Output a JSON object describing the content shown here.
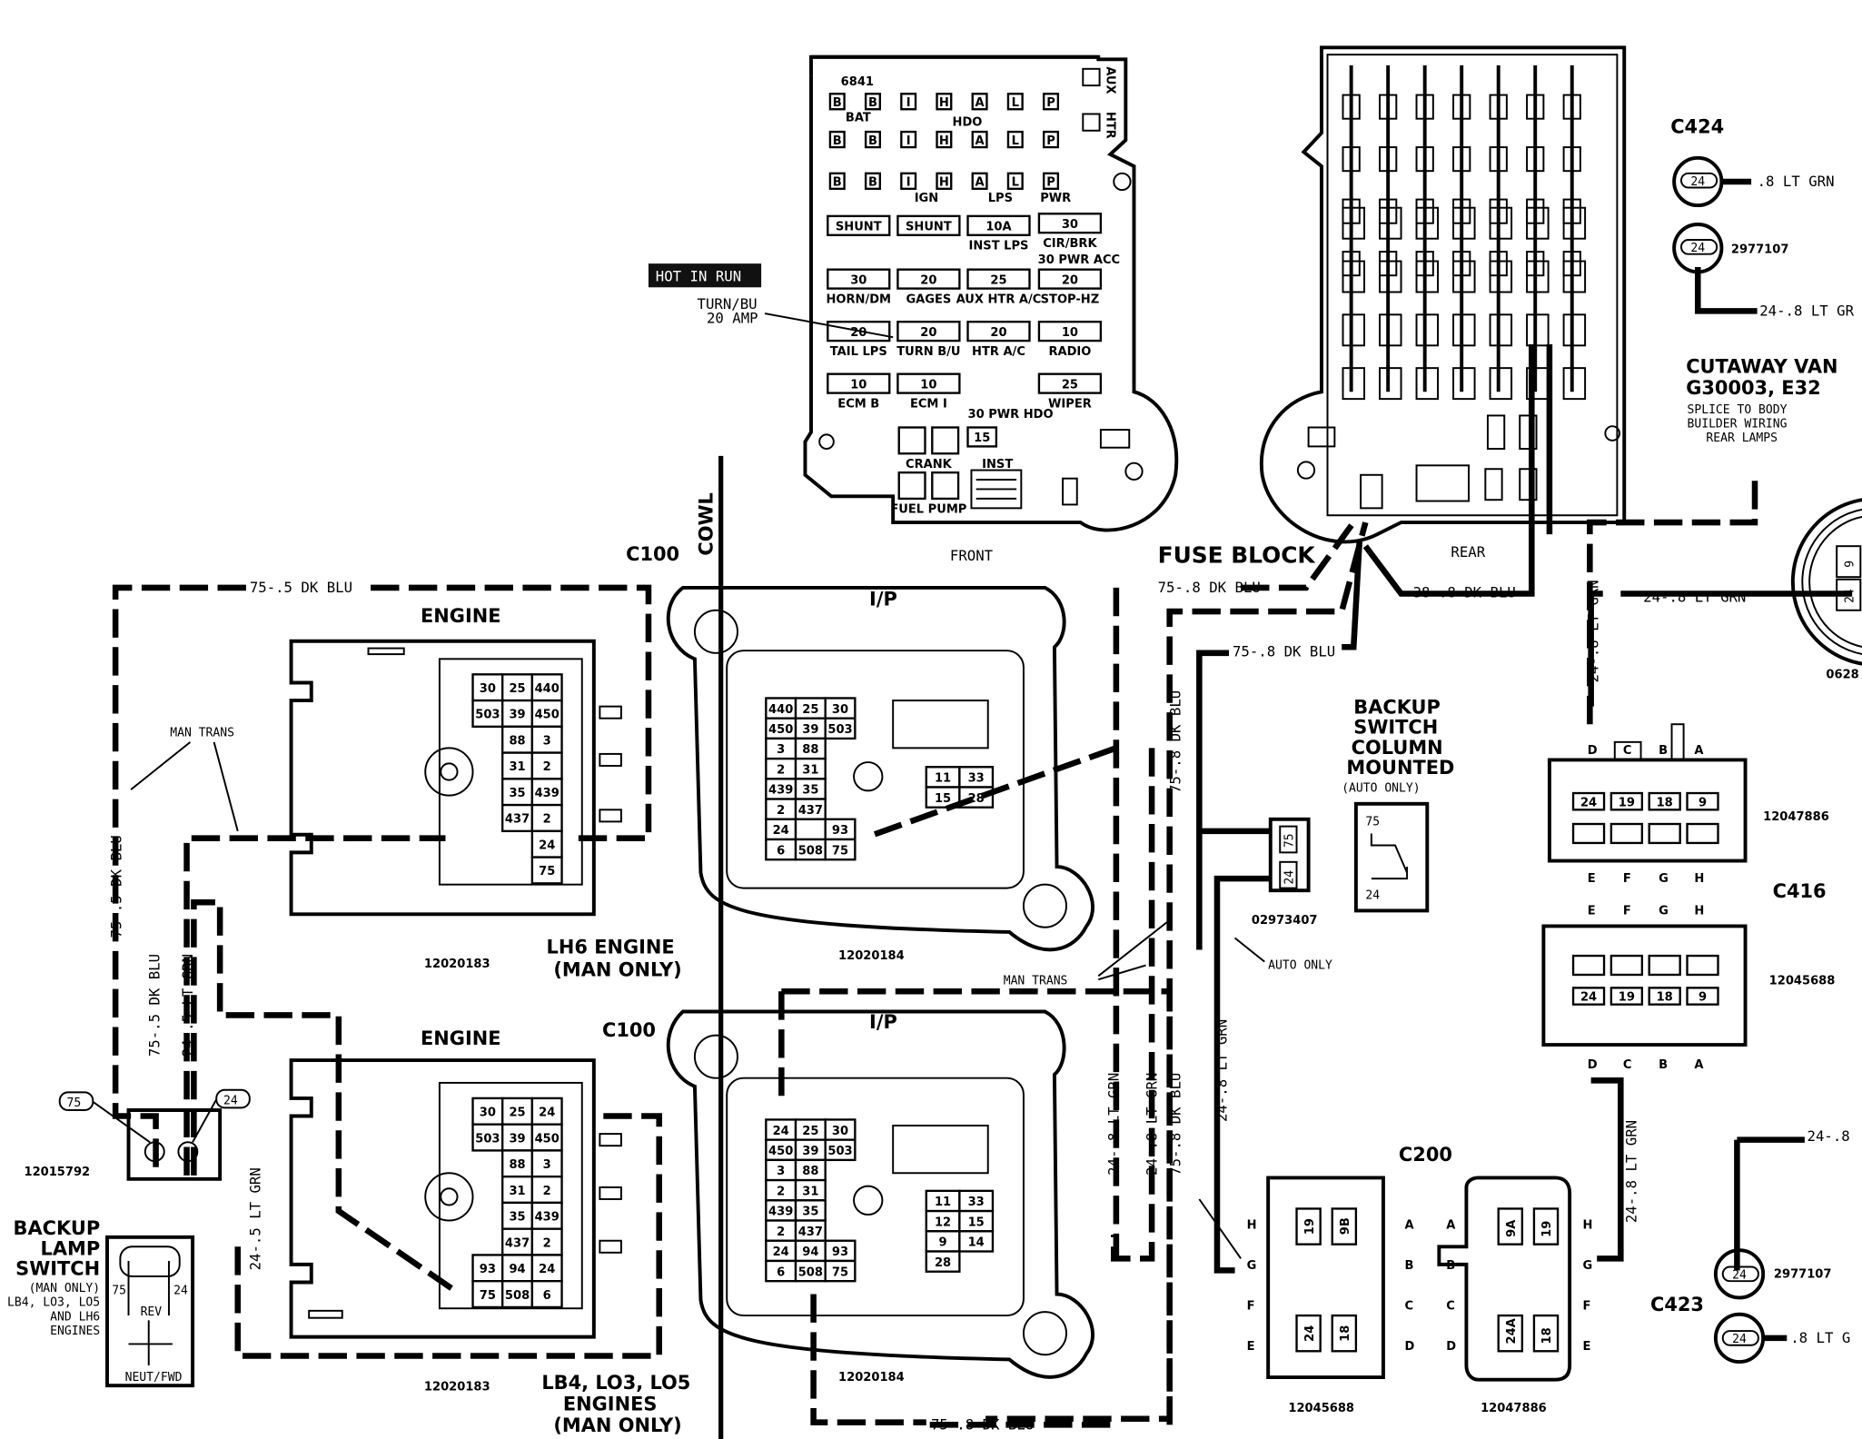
{
  "fuse_block": {
    "title": "FUSE BLOCK",
    "front_label": "FRONT",
    "rear_label": "REAR",
    "hot_in_run": "HOT IN RUN",
    "callout": [
      "TURN/BU",
      "20 AMP"
    ],
    "part": "6841",
    "bat": "BAT",
    "hdo": "HDO",
    "ign": "IGN",
    "lps": "LPS",
    "pwr": "PWR",
    "aux": "AUX",
    "htr": "HTR",
    "relay_letters": [
      "B",
      "B",
      "I",
      "H",
      "A",
      "L",
      "P"
    ],
    "fuses": [
      {
        "value": "SHUNT",
        "label": ""
      },
      {
        "value": "SHUNT",
        "label": ""
      },
      {
        "value": "10A",
        "label": "INST LPS"
      },
      {
        "value": "30",
        "label": "CIR/BRK"
      },
      {
        "value": "30",
        "label": "HORN/DM"
      },
      {
        "value": "20",
        "label": "GAGES"
      },
      {
        "value": "25",
        "label": "AUX HTR A/C"
      },
      {
        "value": "20",
        "label": "STOP-HZ"
      },
      {
        "value": "20",
        "label": "TAIL LPS"
      },
      {
        "value": "20",
        "label": "TURN B/U"
      },
      {
        "value": "20",
        "label": "HTR A/C"
      },
      {
        "value": "10",
        "label": "RADIO"
      },
      {
        "value": "10",
        "label": "ECM B"
      },
      {
        "value": "10",
        "label": "ECM I"
      },
      {
        "value": "",
        "label": "30 PWR HDO"
      },
      {
        "value": "25",
        "label": "WIPER"
      },
      {
        "value": "",
        "label": "CRANK"
      },
      {
        "value": "15",
        "label": "INST"
      },
      {
        "value": "",
        "label": "FUEL PUMP"
      }
    ],
    "pwr_acc": "30 PWR ACC"
  },
  "labels": {
    "cowl": "COWL",
    "c100_top": "C100",
    "c100_bottom": "C100",
    "ip_top": "I/P",
    "ip_bottom": "I/P",
    "engine_top": "ENGINE",
    "engine_bottom": "ENGINE",
    "man_trans_left": "MAN TRANS",
    "man_trans_mid": "MAN TRANS",
    "auto_only": "AUTO ONLY",
    "lh6": [
      "LH6 ENGINE",
      "(MAN ONLY)"
    ],
    "lb4": [
      "LB4, LO3, LO5",
      "ENGINES",
      "(MAN ONLY)"
    ],
    "backup_column": [
      "BACKUP",
      "SWITCH",
      "COLUMN",
      "MOUNTED",
      "(AUTO ONLY)"
    ],
    "backup_lamp": [
      "BACKUP",
      "LAMP",
      "SWITCH",
      "(MAN ONLY)",
      "LB4, LO3, LO5",
      "AND LH6",
      "ENGINES"
    ],
    "rev": "REV",
    "neut_fwd": "NEUT/FWD",
    "cutaway": [
      "CUTAWAY VAN",
      "G30003, E32",
      "SPLICE TO BODY",
      "BUILDER WIRING",
      "REAR LAMPS"
    ],
    "c424": "C424",
    "c416": "C416",
    "c423": "C423",
    "c200": "C200"
  },
  "part_numbers": {
    "engine_top": "12020183",
    "engine_bottom": "12020183",
    "ip_top": "12020184",
    "ip_bottom": "12020184",
    "switch_column": "02973407",
    "lamp_switch": "12015792",
    "c416_top": "12047886",
    "c416_bottom": "12045688",
    "c200_left": "12045688",
    "c200_right": "12047886",
    "c424_b": "2977107",
    "c423_a": "2977107",
    "round_right": "0628"
  },
  "wires": {
    "w1": "75-.5 DK BLU",
    "w2": "75-.8 DK BLU",
    "w3": "38-.8 DK BLU",
    "w4": "75-.8 DK BLU",
    "w5": "75-.8 DK BLU",
    "w6": "24-.8 LT GRN",
    "w7": "24-.8 LT GRN",
    "w8": "75-.8 DK BLU",
    "w9": "24-.8 LT GRN",
    "w10": "75-.8 DK BLU",
    "w11": "75-.5 DK BLU",
    "w12": "75-.5 DK BLU",
    "w13": "24-.5 LT GRN",
    "w14": "24-.5 LT GRN",
    "w15": "24-.8 LT GRN",
    "w16": "24-.8 LT GRN",
    "w17": ".8 LT GRN",
    "w18": "24-.8 LT GR",
    "w19": "24-.8 LT GRN",
    "w20": "24-.8",
    "w21": ".8 LT G"
  },
  "connectors": {
    "engine_top": [
      [
        "30",
        "25",
        "440"
      ],
      [
        "503",
        "39",
        "450"
      ],
      [
        "88",
        "3"
      ],
      [
        "31",
        "2"
      ],
      [
        "35",
        "439"
      ],
      [
        "437",
        "2"
      ],
      [
        "24"
      ],
      [
        "75"
      ]
    ],
    "engine_bottom": [
      [
        "30",
        "25",
        "24"
      ],
      [
        "503",
        "39",
        "450"
      ],
      [
        "88",
        "3"
      ],
      [
        "31",
        "2"
      ],
      [
        "35",
        "439"
      ],
      [
        "437",
        "2"
      ],
      [
        "93",
        "94",
        "24"
      ],
      [
        "75",
        "508",
        "6"
      ]
    ],
    "ip_top": [
      [
        "440",
        "25",
        "30"
      ],
      [
        "450",
        "39",
        "503"
      ],
      [
        "3",
        "88"
      ],
      [
        "2",
        "31"
      ],
      [
        "439",
        "35"
      ],
      [
        "2",
        "437"
      ],
      [
        "24",
        "",
        "93"
      ],
      [
        "6",
        "508",
        "75"
      ]
    ],
    "ip_bottom": [
      [
        "24",
        "25",
        "30"
      ],
      [
        "450",
        "39",
        "503"
      ],
      [
        "3",
        "88"
      ],
      [
        "2",
        "31"
      ],
      [
        "439",
        "35"
      ],
      [
        "2",
        "437"
      ],
      [
        "24",
        "94",
        "93"
      ],
      [
        "6",
        "508",
        "75"
      ]
    ],
    "ip_top_side": [
      "11",
      "33",
      "15",
      "28"
    ],
    "ip_bottom_side": [
      "11",
      "33",
      "12",
      "15",
      "9",
      "14",
      "28"
    ],
    "c416_top_pins": [
      "24",
      "19",
      "18",
      "9"
    ],
    "c416_bottom_pins": [
      "24",
      "19",
      "18",
      "9"
    ],
    "c416_top_letters": [
      "D",
      "C",
      "B",
      "A",
      "E",
      "F",
      "G",
      "H"
    ],
    "c416_bottom_letters": [
      "E",
      "F",
      "G",
      "H",
      "D",
      "C",
      "B",
      "A"
    ],
    "c200_left_pins": [
      "19",
      "9B",
      "24",
      "18"
    ],
    "c200_right_pins": [
      "9A",
      "19",
      "24A",
      "18"
    ],
    "c200_letters_left": [
      "H",
      "G",
      "F",
      "E"
    ],
    "c200_letters_mid": [
      "A",
      "B",
      "C",
      "D"
    ],
    "c200_letters_right": [
      "H",
      "G",
      "F",
      "E"
    ],
    "switch_pins": [
      "75",
      "24"
    ],
    "column_switch_pins": [
      "75",
      "24"
    ],
    "lamp_switch_tags": [
      "75",
      "24"
    ],
    "lamp_switch_pins": [
      "75",
      "24"
    ],
    "round_pins": [
      "24",
      "24",
      "24",
      "24",
      "9",
      "24"
    ]
  }
}
